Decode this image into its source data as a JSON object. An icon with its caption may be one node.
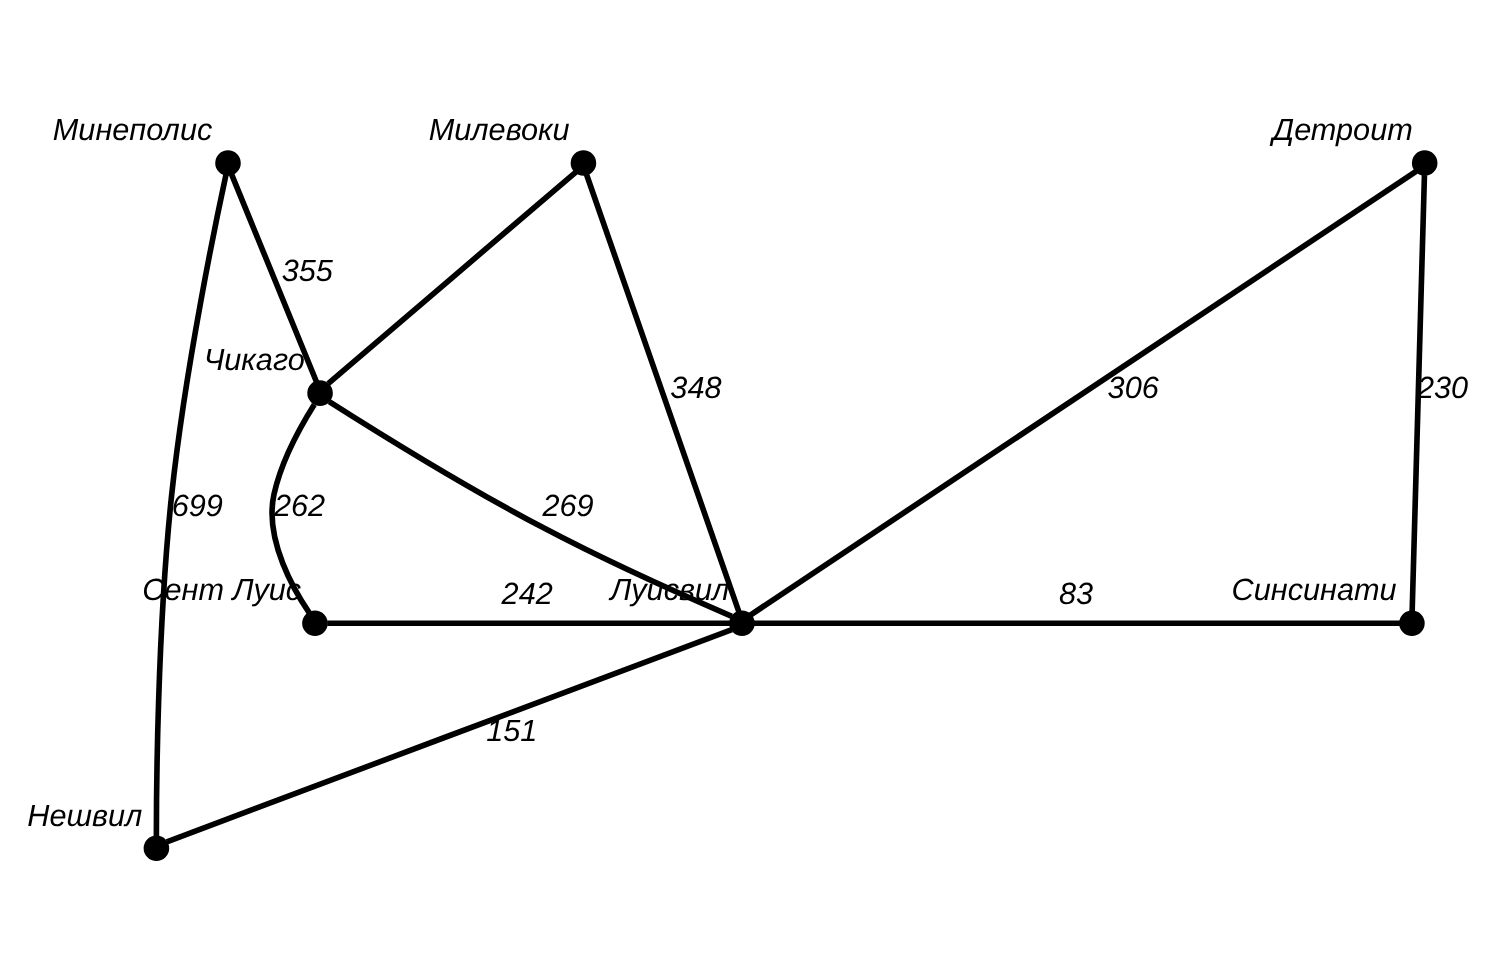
{
  "diagram": {
    "nodes": [
      {
        "text": [],
        "shape": "circle",
        "beside": [
          "Минеполис"
        ]
      },
      {
        "text": [],
        "shape": "circle",
        "beside": [
          "Милевоки"
        ]
      },
      {
        "text": [],
        "shape": "circle",
        "beside": [
          "Детроит"
        ]
      },
      {
        "text": [],
        "shape": "circle",
        "beside": [
          "Чикаго"
        ]
      },
      {
        "text": [],
        "shape": "circle",
        "beside": [
          "Сент Луис"
        ]
      },
      {
        "text": [],
        "shape": "circle",
        "beside": [
          "Луисвил"
        ]
      },
      {
        "text": [],
        "shape": "circle",
        "beside": [
          "Синсинати"
        ]
      },
      {
        "text": [],
        "shape": "circle",
        "beside": [
          "Нешвил"
        ]
      }
    ],
    "edges": [
      {
        "from": 0,
        "to": 3,
        "arrow": "none",
        "label": "355"
      },
      {
        "from": 0,
        "to": 7,
        "arrow": "none",
        "label": "699"
      },
      {
        "from": 1,
        "to": 3,
        "arrow": "none"
      },
      {
        "from": 1,
        "to": 5,
        "arrow": "none",
        "label": "348"
      },
      {
        "from": 3,
        "to": 5,
        "arrow": "none",
        "label": "269"
      },
      {
        "from": 3,
        "to": 4,
        "arrow": "none",
        "label": "262"
      },
      {
        "from": 5,
        "to": 2,
        "arrow": "none",
        "label": "306"
      },
      {
        "from": 2,
        "to": 6,
        "arrow": "none",
        "label": "230"
      },
      {
        "from": 4,
        "to": 5,
        "arrow": "none",
        "label": "242"
      },
      {
        "from": 5,
        "to": 6,
        "arrow": "none",
        "label": "83"
      },
      {
        "from": 5,
        "to": 7,
        "arrow": "none",
        "label": "151"
      }
    ]
  }
}
